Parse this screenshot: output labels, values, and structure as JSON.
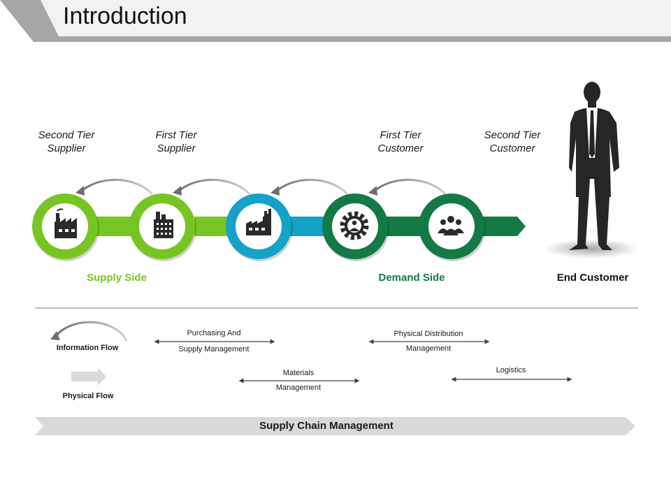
{
  "slide": {
    "title": "Introduction"
  },
  "tiers": [
    {
      "line1": "Second Tier",
      "line2": "Supplier"
    },
    {
      "line1": "First Tier",
      "line2": "Supplier"
    },
    {
      "line1": "First Tier",
      "line2": "Customer"
    },
    {
      "line1": "Second Tier",
      "line2": "Customer"
    }
  ],
  "nodes": [
    {
      "icon": "factory-icon",
      "color": "#77c522"
    },
    {
      "icon": "building-icon",
      "color": "#77c522"
    },
    {
      "icon": "plant-icon",
      "color": "#14a2c8"
    },
    {
      "icon": "gear-person-icon",
      "color": "#137a46"
    },
    {
      "icon": "group-icon",
      "color": "#137a46"
    }
  ],
  "sides": {
    "supply": {
      "label": "Supply Side",
      "color": "#77c522"
    },
    "demand": {
      "label": "Demand Side",
      "color": "#137a46"
    },
    "end_customer": "End Customer"
  },
  "legend": {
    "information_flow": "Information Flow",
    "physical_flow": "Physical Flow"
  },
  "spans": {
    "purchasing": {
      "line1": "Purchasing And",
      "line2": "Supply Management"
    },
    "materials": {
      "line1": "Materials",
      "line2": "Management"
    },
    "distribution": {
      "line1": "Physical Distribution",
      "line2": "Management"
    },
    "logistics": {
      "line1": "Logistics"
    }
  },
  "banner": {
    "label": "Supply Chain Management"
  },
  "colors": {
    "header_gray": "#a6a6a6",
    "header_light": "#f2f2f2",
    "arc_gray": "#8c8c8c",
    "figure": "#262626"
  }
}
